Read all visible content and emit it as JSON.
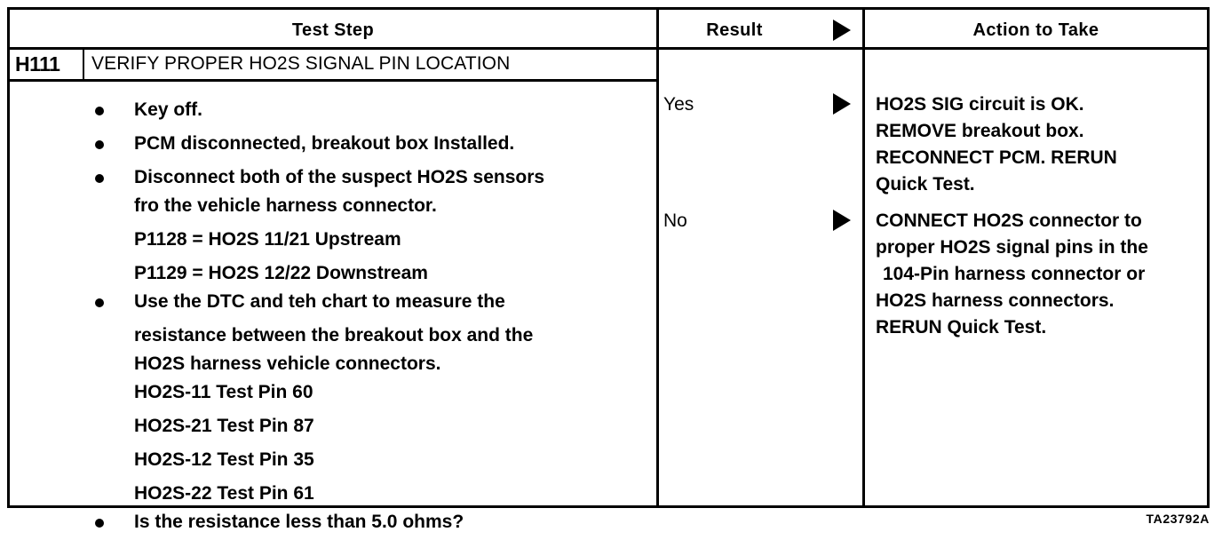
{
  "document": {
    "figure_code": "TA23792A"
  },
  "table": {
    "headers": {
      "test_step": "Test Step",
      "result": "Result",
      "action": "Action to Take"
    },
    "step": {
      "id": "H111",
      "title": "VERIFY PROPER HO2S SIGNAL PIN LOCATION",
      "lines": [
        {
          "bullet": true,
          "text": "Key off."
        },
        {
          "bullet": true,
          "text": "PCM disconnected, breakout box Installed."
        },
        {
          "bullet": true,
          "text": "Disconnect both of the suspect HO2S sensors"
        },
        {
          "bullet": false,
          "text": "fro the vehicle harness connector."
        },
        {
          "bullet": false,
          "text": "P1128 = HO2S 11/21 Upstream"
        },
        {
          "bullet": false,
          "text": "P1129 = HO2S 12/22 Downstream"
        },
        {
          "bullet": true,
          "text": "Use the DTC and teh chart to measure the"
        },
        {
          "bullet": false,
          "text": "resistance between the breakout box and the"
        },
        {
          "bullet": false,
          "text": "HO2S harness vehicle connectors."
        },
        {
          "bullet": false,
          "text": "HO2S-11 Test Pin 60"
        },
        {
          "bullet": false,
          "text": "HO2S-21 Test Pin 87"
        },
        {
          "bullet": false,
          "text": "HO2S-12 Test Pin 35"
        },
        {
          "bullet": false,
          "text": "HO2S-22 Test Pin 61"
        },
        {
          "bullet": true,
          "text": "Is the resistance less than 5.0 ohms?"
        }
      ]
    },
    "branches": [
      {
        "result": "Yes",
        "arrow": "right-triangle-icon",
        "action_lines": [
          {
            "indent": false,
            "text": "HO2S SIG circuit is OK."
          },
          {
            "indent": false,
            "text": "REMOVE breakout box."
          },
          {
            "indent": false,
            "text": "RECONNECT PCM. RERUN"
          },
          {
            "indent": false,
            "text": "Quick Test."
          }
        ]
      },
      {
        "result": "No",
        "arrow": "right-triangle-icon",
        "action_lines": [
          {
            "indent": false,
            "text": "CONNECT HO2S connector to"
          },
          {
            "indent": false,
            "text": "proper HO2S signal pins in the"
          },
          {
            "indent": true,
            "text": "104-Pin harness connector or"
          },
          {
            "indent": false,
            "text": "HO2S harness connectors."
          },
          {
            "indent": false,
            "text": "RERUN Quick Test."
          }
        ]
      }
    ]
  }
}
